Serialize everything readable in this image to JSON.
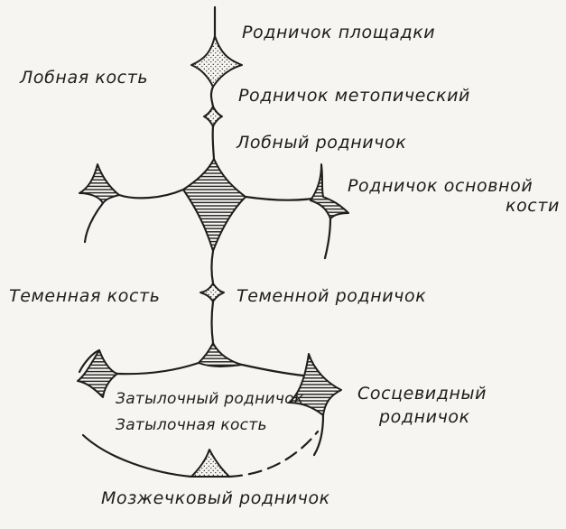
{
  "labels": {
    "fontanel_platform": "Родничок площадки",
    "frontal_bone": "Лобная кость",
    "metopic_fontanel": "Родничок метопический",
    "frontal_fontanel": "Лобный родничок",
    "sphenoid_fontanel_line1": "Родничок основной",
    "sphenoid_fontanel_line2": "кости",
    "parietal_bone": "Теменная кость",
    "parietal_fontanel": "Теменной родничок",
    "occipital_fontanel": "Затылочный родничок",
    "occipital_bone": "Затылочная кость",
    "mastoid_fontanel_line1": "Сосцевидный",
    "mastoid_fontanel_line2": "родничок",
    "cerebellar_fontanel": "Мозжечковый родничок"
  },
  "fill_styles": {
    "dotted": "stippled",
    "hatched": "horizontal-lines"
  },
  "colors": {
    "ink": "#1e1e1e",
    "paper": "#f7f5f1"
  }
}
